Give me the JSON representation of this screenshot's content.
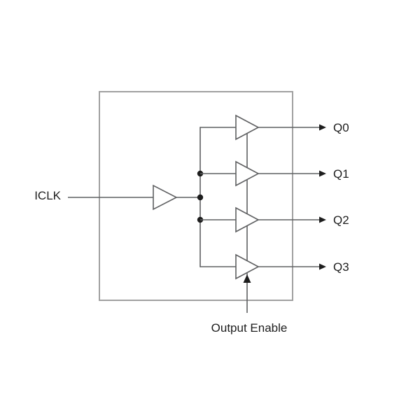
{
  "diagram": {
    "input": {
      "label": "ICLK"
    },
    "outputs": [
      {
        "label": "Q0"
      },
      {
        "label": "Q1"
      },
      {
        "label": "Q2"
      },
      {
        "label": "Q3"
      }
    ],
    "enable": {
      "label": "Output Enable"
    }
  },
  "colors": {
    "background": "#ffffff",
    "box": "#a0a0a0",
    "wire": "#5f6062",
    "ink": "#1d1d1d"
  }
}
